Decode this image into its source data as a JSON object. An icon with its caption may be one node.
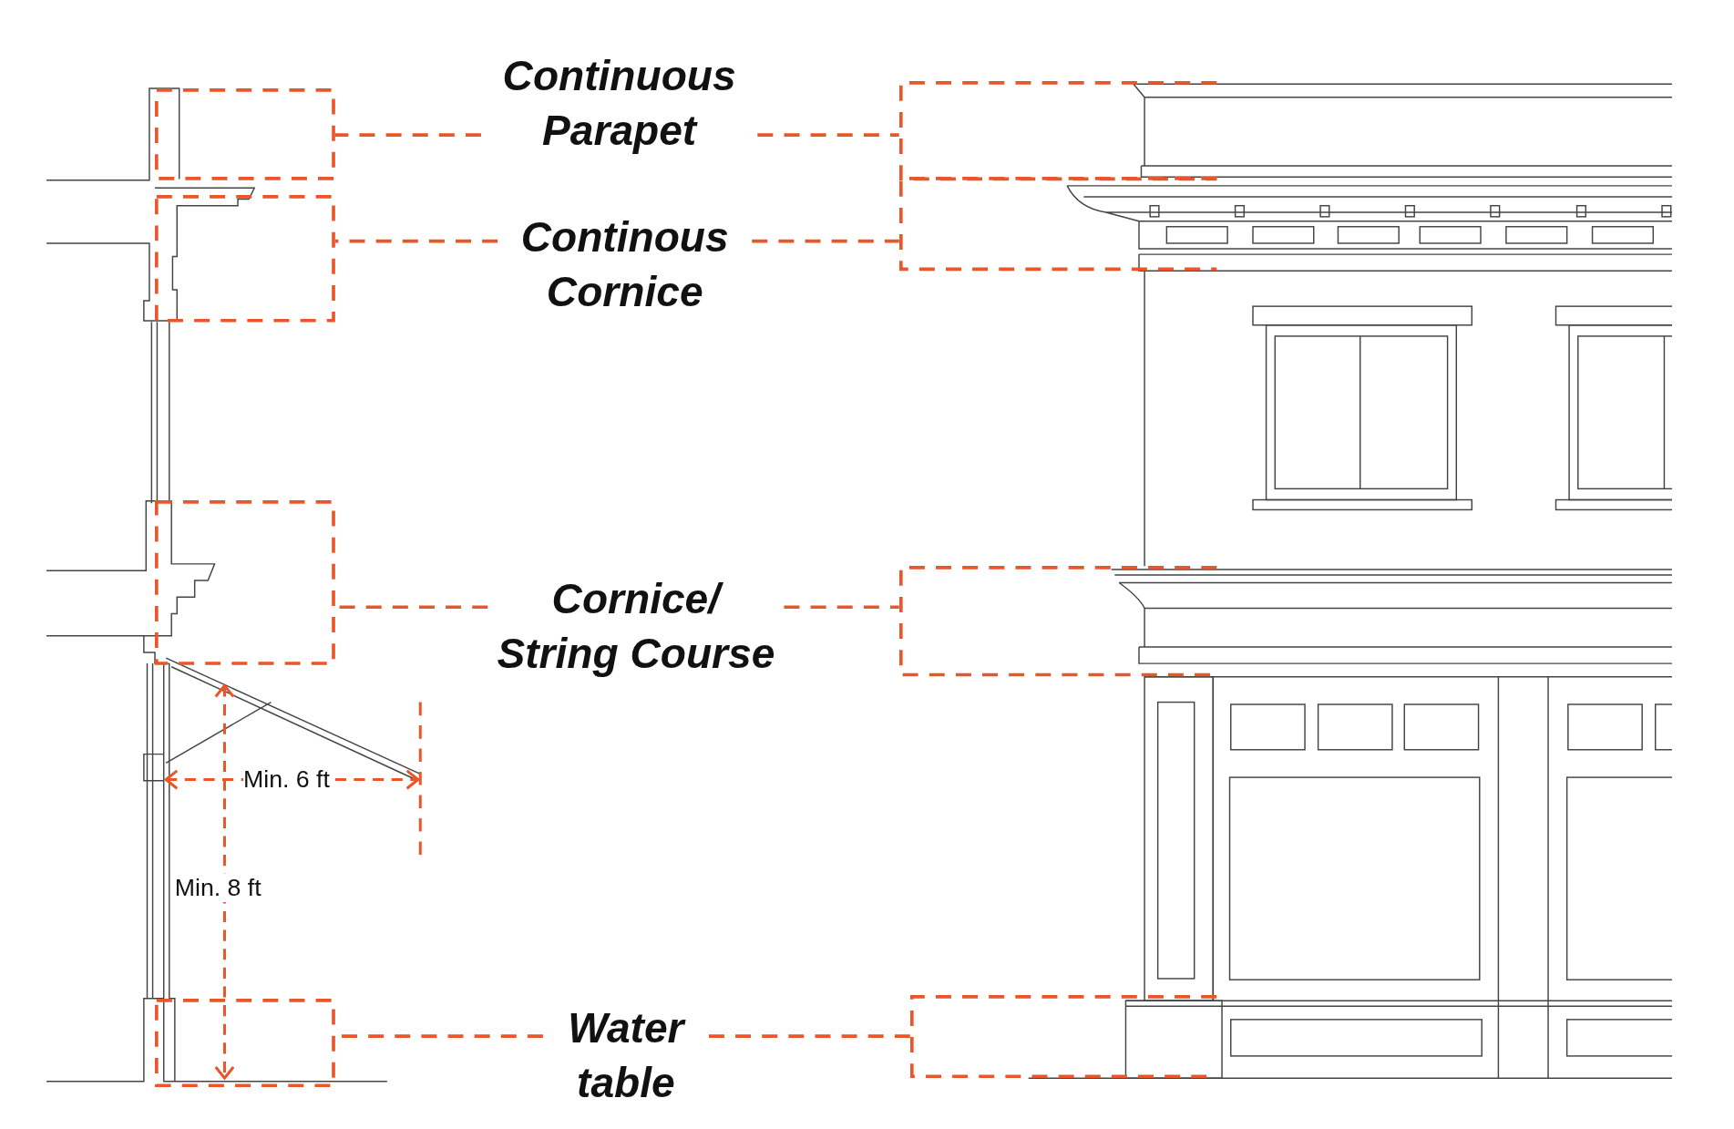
{
  "diagram": {
    "nodes": [
      {
        "text": [
          "Continuous Parapet"
        ]
      },
      {
        "text": [],
        "shape": "box"
      },
      {
        "text": [],
        "shape": "box"
      },
      {
        "text": [
          "Continous Cornice"
        ]
      },
      {
        "text": [],
        "shape": "box"
      },
      {
        "text": [],
        "shape": "box"
      },
      {
        "text": [
          "Cornice/ String Course"
        ]
      },
      {
        "text": [],
        "shape": "box"
      },
      {
        "text": [],
        "shape": "box"
      },
      {
        "text": [
          "Water table"
        ]
      },
      {
        "text": [],
        "shape": "box"
      },
      {
        "text": [],
        "shape": "box"
      }
    ],
    "edges": [
      {
        "from": 0,
        "to": 1,
        "arrow": "none"
      },
      {
        "from": 0,
        "to": 2,
        "arrow": "none"
      },
      {
        "from": 3,
        "to": 4,
        "arrow": "none"
      },
      {
        "from": 3,
        "to": 5,
        "arrow": "none"
      },
      {
        "from": 6,
        "to": 7,
        "arrow": "none"
      },
      {
        "from": 6,
        "to": 8,
        "arrow": "none"
      },
      {
        "from": 9,
        "to": 10,
        "arrow": "none"
      },
      {
        "from": 9,
        "to": 11,
        "arrow": "none"
      }
    ],
    "labels": [
      "Min. 6 ft",
      "Min. 8 ft"
    ]
  }
}
